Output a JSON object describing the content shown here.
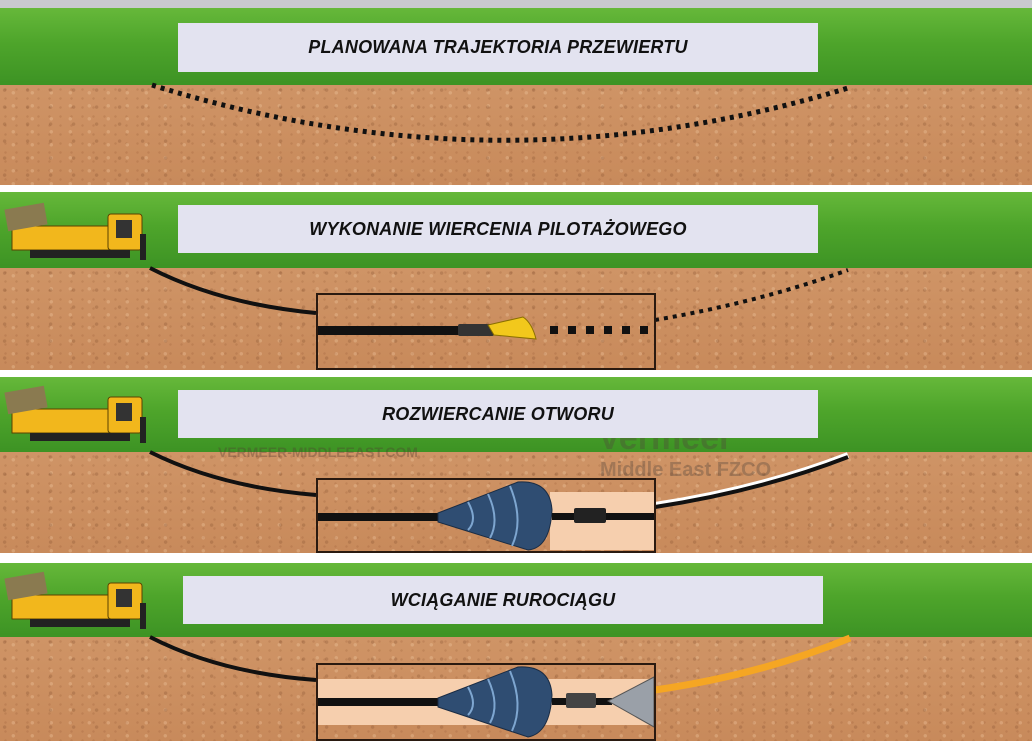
{
  "panels": [
    {
      "title": "PLANOWANA TRAJEKTORIA PRZEWIERTU"
    },
    {
      "title": "WYKONANIE WIERCENIA PILOTAŻOWEGO"
    },
    {
      "title": "ROZWIERCANIE OTWORU"
    },
    {
      "title": "WCIĄGANIE RUROCIĄGU"
    }
  ],
  "watermark": {
    "site": "VERMEER-MIDDLEEAST.COM",
    "brand": "Vermeer",
    "company": "Middle East FZCO"
  },
  "colors": {
    "grass": "#4ea52b",
    "soil": "#c98a5b",
    "label_bg": "#e3e3f0",
    "rig": "#f2b71c",
    "pipe": "#f5a623",
    "bore": "#f6cfae"
  }
}
